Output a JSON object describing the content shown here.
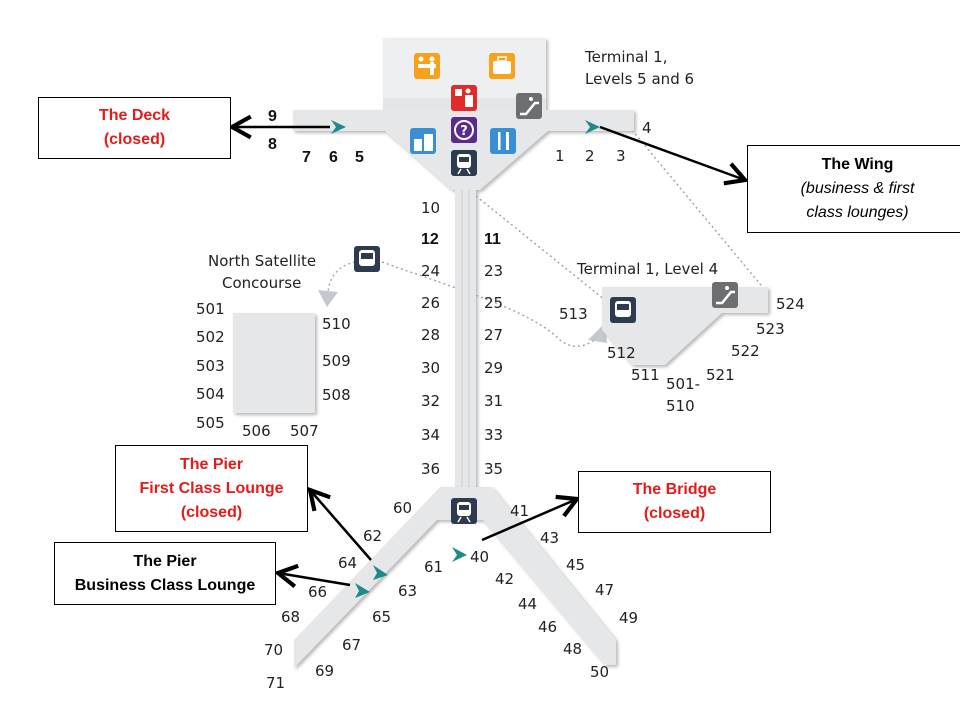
{
  "map": {
    "terminal1_upper_label": [
      "Terminal 1,",
      "Levels 5 and 6"
    ],
    "terminal1_level4_label": "Terminal 1, Level 4",
    "north_satellite_label": [
      "North Satellite",
      "Concourse"
    ],
    "colors": {
      "concourse_fill": "#e6e7e8",
      "closed_text": "#e31b1b",
      "lounge_icon": "#1f8a8a",
      "orange_icon": "#f7a21b",
      "red_icon": "#e12a2a",
      "purple_icon": "#5b2a8c",
      "navy_icon": "#2e3a4e",
      "blue_icon": "#3a8fd4",
      "gray_icon": "#6d6e70"
    },
    "icons": [
      "check-in-icon",
      "baggage-icon",
      "customs-icon",
      "escalator-icon",
      "information-icon",
      "restaurant-icon",
      "train-icon",
      "duty-free-icon",
      "bus-icon"
    ],
    "gates_top_left": {
      "upper": "9",
      "lower": "8",
      "row": [
        "7",
        "6",
        "5"
      ]
    },
    "gates_top_right": {
      "end": "4",
      "row": [
        "1",
        "2",
        "3"
      ]
    },
    "gates_main_left": [
      "10",
      "12",
      "24",
      "26",
      "28",
      "30",
      "32",
      "34",
      "36"
    ],
    "gates_main_right": [
      "11",
      "23",
      "25",
      "27",
      "29",
      "31",
      "33",
      "35"
    ],
    "gates_north_satellite_left": [
      "501",
      "502",
      "503",
      "504",
      "505"
    ],
    "gates_north_satellite_right": [
      "510",
      "509",
      "508"
    ],
    "gates_north_satellite_bottom": [
      "506",
      "507"
    ],
    "gates_level4": [
      "513",
      "512",
      "511",
      "501-\n510",
      "521",
      "522",
      "523",
      "524"
    ],
    "gates_pier_left_outer": [
      "60",
      "62",
      "64",
      "66",
      "68",
      "70",
      "71"
    ],
    "gates_pier_left_inner": [
      "61",
      "63",
      "65",
      "67",
      "69"
    ],
    "gates_pier_right_inner": [
      "40",
      "42",
      "44",
      "46",
      "48",
      "50"
    ],
    "gates_pier_right_outer": [
      "41",
      "43",
      "45",
      "47",
      "49"
    ]
  },
  "callouts": {
    "deck": {
      "title": "The Deck",
      "status": "(closed)"
    },
    "wing": {
      "title": "The Wing",
      "subtitle_1": "(business & first",
      "subtitle_2": "class lounges)"
    },
    "pier_first": {
      "title_1": "The Pier",
      "title_2": "First Class Lounge",
      "status": "(closed)"
    },
    "pier_business": {
      "title_1": "The Pier",
      "title_2": "Business Class Lounge"
    },
    "bridge": {
      "title": "The Bridge",
      "status": "(closed)"
    }
  }
}
